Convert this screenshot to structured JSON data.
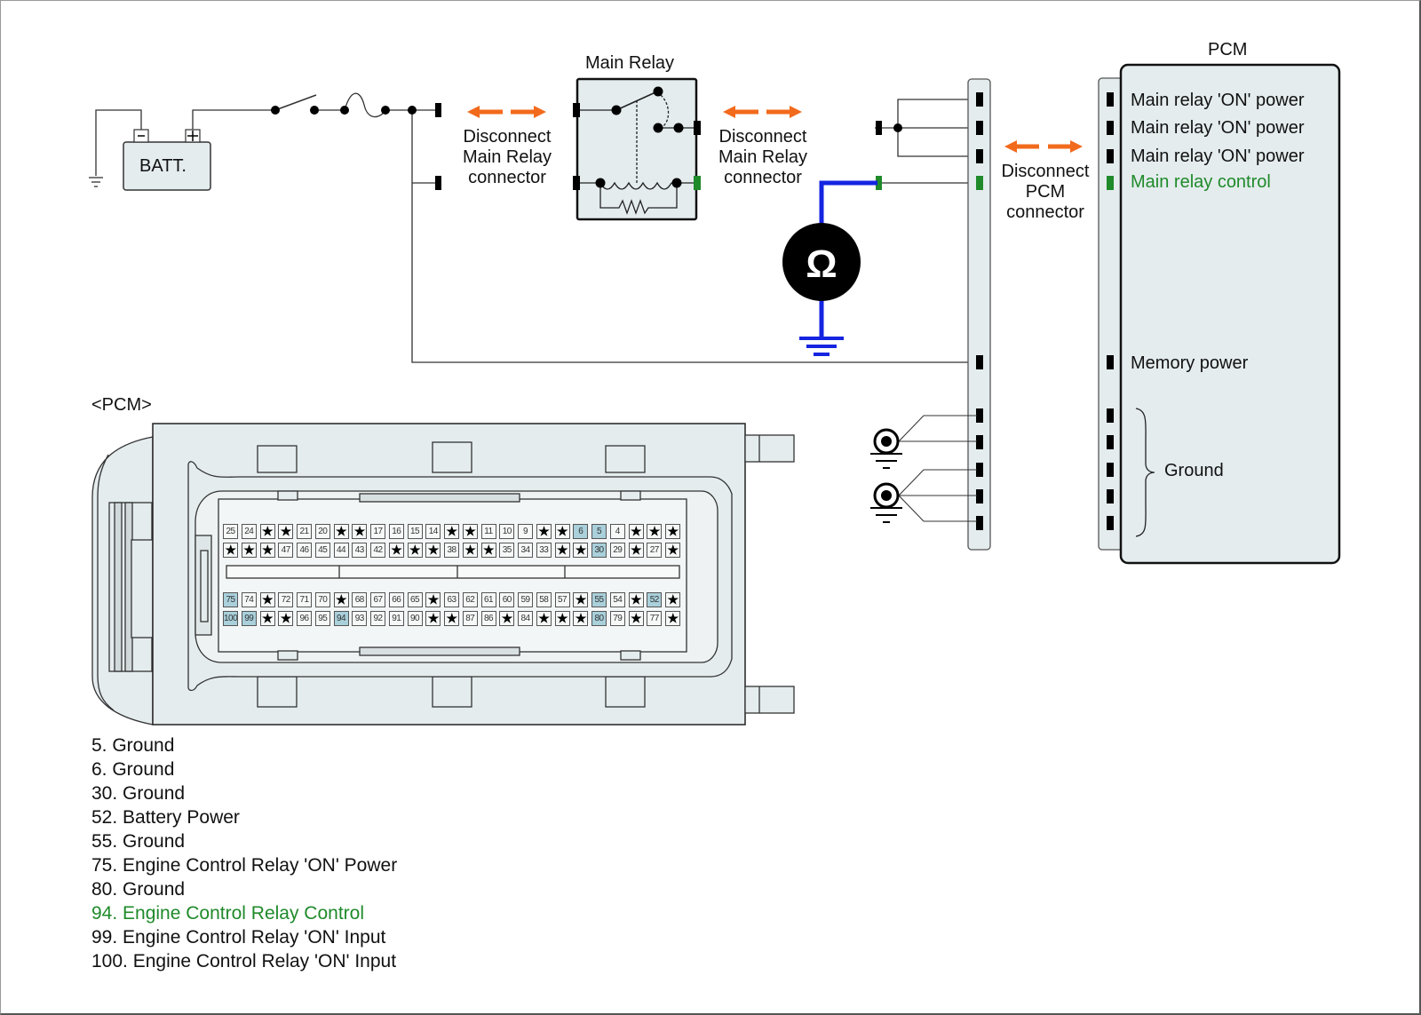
{
  "colors": {
    "accent_orange": "#f26a1b",
    "probe_blue": "#1424e0",
    "signal_green": "#1f8a2a",
    "panel_fill": "#e4ecee",
    "highlight_pin": "#a9d0db"
  },
  "battery": {
    "label": "BATT.",
    "neg": "-",
    "pos": "+"
  },
  "main_relay": {
    "title": "Main Relay"
  },
  "disconnect_labels": {
    "main_relay_left": [
      "Disconnect",
      "Main Relay",
      "connector"
    ],
    "main_relay_right": [
      "Disconnect",
      "Main Relay",
      "connector"
    ],
    "pcm": [
      "Disconnect",
      "PCM",
      "connector"
    ]
  },
  "ohmmeter": {
    "symbol": "Ω",
    "icon": "ohmmeter-icon"
  },
  "pcm_block": {
    "title": "PCM",
    "pins": [
      {
        "label": "Main relay 'ON' power",
        "highlight": false
      },
      {
        "label": "Main relay 'ON' power",
        "highlight": false
      },
      {
        "label": "Main relay 'ON' power",
        "highlight": false
      },
      {
        "label": "Main relay control",
        "highlight": true
      },
      {
        "label": "Memory power",
        "highlight": false
      }
    ],
    "ground_label": "Ground"
  },
  "connector_view": {
    "title": "<PCM>",
    "star": "★",
    "rows": [
      [
        "25",
        "24",
        "★",
        "★",
        "21",
        "20",
        "★",
        "★",
        "17",
        "16",
        "15",
        "14",
        "★",
        "★",
        "11",
        "10",
        "9",
        "★",
        "★",
        "6",
        "5",
        "4",
        "★",
        "★",
        "★"
      ],
      [
        "★",
        "★",
        "★",
        "47",
        "46",
        "45",
        "44",
        "43",
        "42",
        "★",
        "★",
        "★",
        "38",
        "★",
        "★",
        "35",
        "34",
        "33",
        "★",
        "★",
        "30",
        "29",
        "★",
        "27",
        "★"
      ],
      [
        "75",
        "74",
        "★",
        "72",
        "71",
        "70",
        "★",
        "68",
        "67",
        "66",
        "65",
        "★",
        "63",
        "62",
        "61",
        "60",
        "59",
        "58",
        "57",
        "★",
        "55",
        "54",
        "★",
        "52",
        "★"
      ],
      [
        "100",
        "99",
        "★",
        "★",
        "96",
        "95",
        "94",
        "93",
        "92",
        "91",
        "90",
        "★",
        "★",
        "87",
        "86",
        "★",
        "84",
        "★",
        "★",
        "★",
        "80",
        "79",
        "★",
        "77",
        "★"
      ]
    ],
    "highlighted_pins": [
      "5",
      "6",
      "30",
      "52",
      "55",
      "75",
      "80",
      "94",
      "99",
      "100"
    ]
  },
  "pin_legend": [
    {
      "text": "5. Ground",
      "highlight": false
    },
    {
      "text": "6. Ground",
      "highlight": false
    },
    {
      "text": "30. Ground",
      "highlight": false
    },
    {
      "text": "52. Battery Power",
      "highlight": false
    },
    {
      "text": "55. Ground",
      "highlight": false
    },
    {
      "text": "75. Engine Control Relay 'ON' Power",
      "highlight": false
    },
    {
      "text": "80. Ground",
      "highlight": false
    },
    {
      "text": "94. Engine Control Relay Control",
      "highlight": true
    },
    {
      "text": "99. Engine Control Relay 'ON' Input",
      "highlight": false
    },
    {
      "text": "100. Engine Control Relay 'ON' Input",
      "highlight": false
    }
  ]
}
